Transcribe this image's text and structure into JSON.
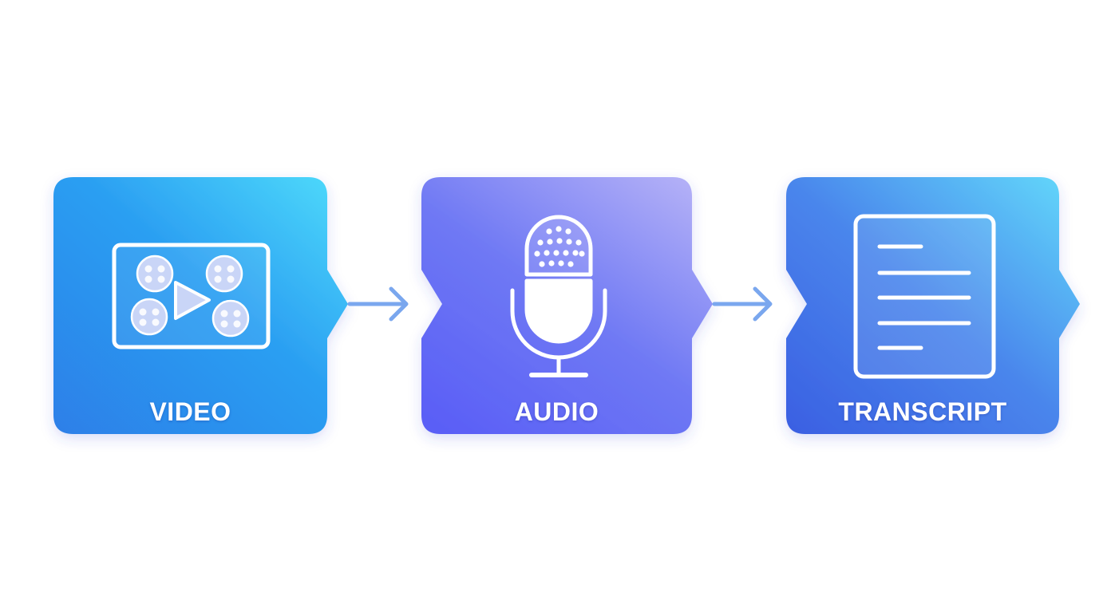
{
  "diagram": {
    "steps": [
      {
        "id": "video",
        "label": "VIDEO",
        "icon": "video-reels-icon"
      },
      {
        "id": "audio",
        "label": "AUDIO",
        "icon": "microphone-icon"
      },
      {
        "id": "transcript",
        "label": "TRANSCRIPT",
        "icon": "document-lines-icon"
      }
    ],
    "connector_icon": "arrow-right-icon"
  },
  "colors": {
    "background": "#ffffff",
    "video_card": [
      "#2f8ff0",
      "#45d6fa"
    ],
    "audio_card": [
      "#4f56f5",
      "#a7a6f8"
    ],
    "transcript_card": [
      "#3f6fe6",
      "#5fd7fb"
    ],
    "arrow": "#78a6ee",
    "icon_stroke": "#ffffff",
    "reel_fill": "#c7d3f7"
  }
}
